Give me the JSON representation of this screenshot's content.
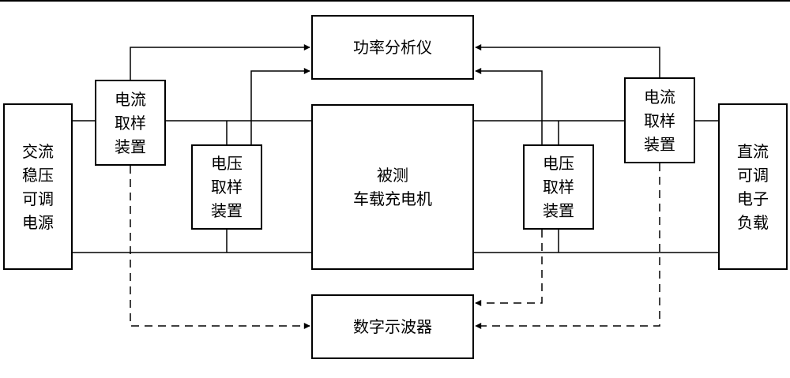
{
  "diagram": {
    "blocks": {
      "power_analyzer": "功率分析仪",
      "charger_under_test": "被测\n车载充电机",
      "oscilloscope": "数字示波器",
      "ac_source": "交流\n稳压\n可调\n电源",
      "dc_load": "直流\n可调\n电子\n负载",
      "current_sampler_left": "电流\n取样\n装置",
      "voltage_sampler_left": "电压\n取样\n装置",
      "voltage_sampler_right": "电压\n取样\n装置",
      "current_sampler_right": "电流\n取样\n装置"
    },
    "line_color": "#000000"
  }
}
